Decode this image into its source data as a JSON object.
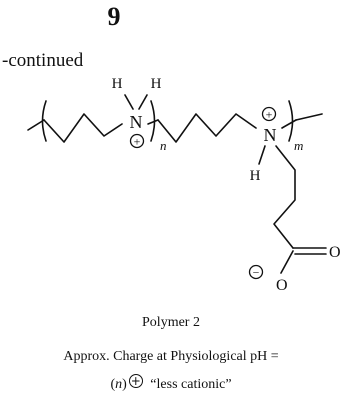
{
  "page_number": "9",
  "continued_label": "-continued",
  "structure": {
    "atoms": {
      "n1": "N",
      "n2": "N",
      "h1": "H",
      "h2": "H",
      "h3": "H",
      "carbonyl_o": "O",
      "anion_o": "O"
    },
    "charges": {
      "n1": "+",
      "n2": "+",
      "anion_o": "−"
    },
    "subscripts": {
      "first": "n",
      "second": "m"
    }
  },
  "polymer_name": "Polymer 2",
  "charge_label": "Approx. Charge at Physiological pH =",
  "charge_expression": {
    "open": "(",
    "var": "n",
    "close": ")",
    "symbol": "+",
    "note": "“less cationic”"
  }
}
